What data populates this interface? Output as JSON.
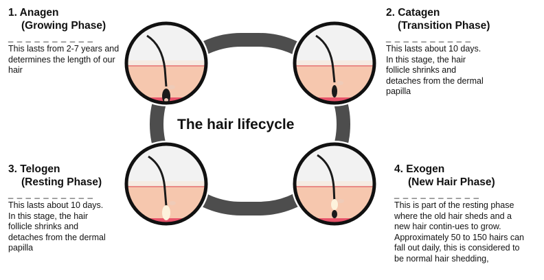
{
  "center_title": "The hair lifecycle",
  "separator": "_ _ _ _ _ _ _ _ _ _",
  "phases": [
    {
      "title": "1.  Anagen",
      "subtitle": "(Growing Phase)",
      "description": "This lasts from 2-7 years and determines the length of our hair",
      "bulb": "anagen"
    },
    {
      "title": "2. Catagen",
      "subtitle": "(Transition Phase)",
      "description": "This lasts about 10 days. In this stage, the hair follicle shrinks and detaches from the dermal papilla",
      "bulb": "catagen"
    },
    {
      "title": "3. Telogen",
      "subtitle": "(Resting Phase)",
      "description": "This lasts about 10 days. In this stage, the hair follicle shrinks and detaches from the dermal papilla",
      "bulb": "telogen"
    },
    {
      "title": "4. Exogen",
      "subtitle": "(New Hair Phase)",
      "description": "This is part of the resting phase where the old hair sheds and a new hair contin-ues to grow. Approximately 50 to 150 hairs can fall out daily, this is considered to be normal hair shedding,",
      "bulb": "exogen"
    }
  ],
  "colors": {
    "ring": "#4d4d4d",
    "skin_top": "#f6ebe2",
    "skin": "#f6c7ae",
    "dermis_line": "#e98a86",
    "deep_layer": "#e8546a",
    "background_top": "#f2f2f2",
    "hair": "#1a1a1a",
    "papilla": "#efcbb8",
    "bulb_light": "#fdf2dc"
  }
}
